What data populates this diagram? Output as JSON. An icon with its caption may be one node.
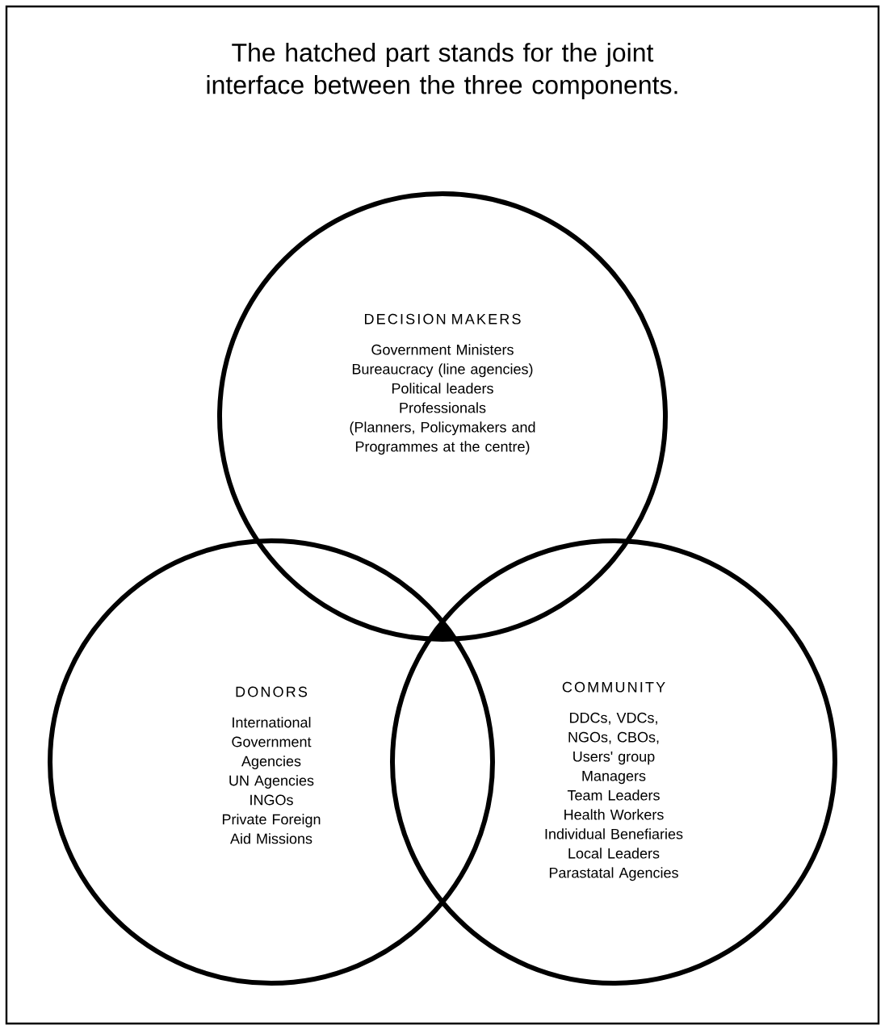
{
  "diagram": {
    "title": "The hatched part stands for the joint interface between the three components.",
    "nodes": [
      {
        "text": [
          "DECISION MAKERS",
          "Government Ministers",
          "Bureaucracy (line agencies)",
          "Political leaders",
          "Professionals",
          "(Planners, Policymakers and Programmes at the centre)"
        ]
      },
      {
        "text": [
          "DONORS",
          "International Government Agencies",
          "UN Agencies",
          "INGOs",
          "Private Foreign Aid Missions"
        ]
      },
      {
        "text": [
          "COMMUNITY",
          "DDCs, VDCs,",
          "NGOs, CBOs,",
          "Users' group",
          "Managers",
          "Team Leaders",
          "Health Workers",
          "Individual Benefiaries",
          "Local Leaders",
          "Parastatal Agencies"
        ]
      }
    ],
    "edges": []
  }
}
